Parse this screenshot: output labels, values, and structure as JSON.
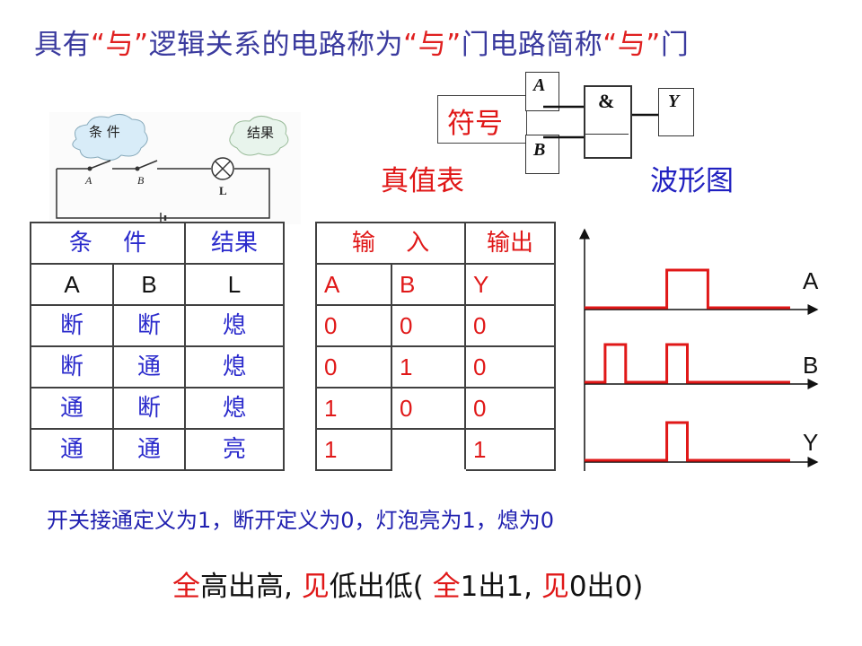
{
  "title": {
    "part1": "具有",
    "part2": "“与”",
    "part3": "逻辑关系的电路称为",
    "part4": "“与”",
    "part5": "门电路简称",
    "part6": "“与”",
    "part7": "门"
  },
  "circuit": {
    "cond_bubble": "条 件",
    "result_bubble": "结果",
    "switch_a": "A",
    "switch_b": "B",
    "lamp": "L"
  },
  "symbol": {
    "label": "符号",
    "input_a": "A",
    "input_b": "B",
    "gate": "&",
    "output": "Y"
  },
  "truth_label": "真值表",
  "wave_label": "波形图",
  "table1": {
    "header_cond": "条　 件",
    "header_result": "结果",
    "cols": [
      "A",
      "B",
      "L"
    ],
    "rows": [
      [
        "断",
        "断",
        "熄"
      ],
      [
        "断",
        "通",
        "熄"
      ],
      [
        "通",
        "断",
        "熄"
      ],
      [
        "通",
        "通",
        "亮"
      ]
    ]
  },
  "table2": {
    "header_in": "输　 入",
    "header_out": "输出",
    "cols": [
      "A",
      "B",
      "Y"
    ],
    "rows": [
      [
        "0",
        "0",
        "0"
      ],
      [
        "0",
        "1",
        "0"
      ],
      [
        "1",
        "0",
        "0"
      ],
      [
        "1",
        "",
        "1"
      ]
    ]
  },
  "waveform": {
    "labels": [
      "A",
      "B",
      "Y"
    ],
    "line_color": "#e01818",
    "signals": {
      "A": [
        0,
        0,
        0,
        0,
        1,
        1,
        0,
        0,
        0,
        0
      ],
      "B": [
        0,
        1,
        0,
        0,
        1,
        0,
        0,
        0,
        0,
        0
      ],
      "Y": [
        0,
        0,
        0,
        0,
        1,
        0,
        0,
        0,
        0,
        0
      ]
    }
  },
  "definition": "开关接通定义为1，断开定义为0，灯泡亮为1，熄为0",
  "summary": {
    "s1": "全",
    "s2": "高出高, ",
    "s3": "见",
    "s4": "低出低( ",
    "s5": "全",
    "s6": "1出1, ",
    "s7": "见",
    "s8": "0出0)"
  }
}
